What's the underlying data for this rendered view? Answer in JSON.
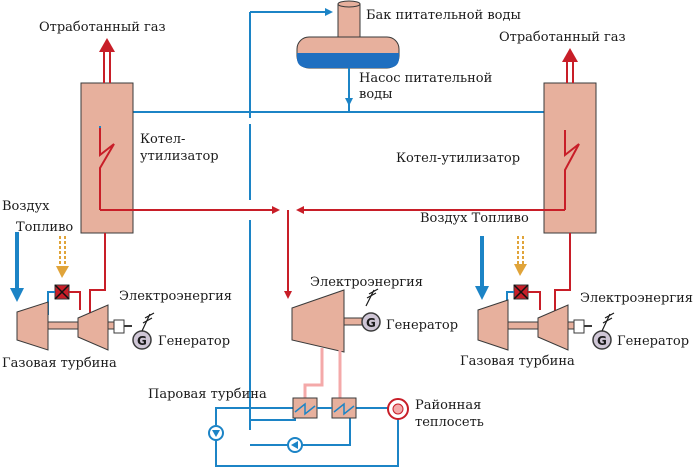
{
  "labels": {
    "exhaust_left": "Отработанный газ",
    "exhaust_right": "Отработанный газ",
    "feedwater_tank": "Бак питательной воды",
    "pump_line1": "Насос питательной",
    "pump_line2": "воды",
    "hrsg_left_line1": "Котел-",
    "hrsg_left_line2": "утилизатор",
    "hrsg_right": "Котел-утилизатор",
    "air_left": "Воздух",
    "fuel_left": "Топливо",
    "air_fuel_right": "Воздух Топливо",
    "power_left": "Электроэнергия",
    "power_center": "Электроэнергия",
    "power_right": "Электроэнергия",
    "generator_left": "Генератор",
    "generator_center": "Генератор",
    "generator_right": "Генератор",
    "gas_turbine_left": "Газовая турбина",
    "gas_turbine_right": "Газовая турбина",
    "steam_turbine": "Паровая турбина",
    "district_heat_line1": "Районная",
    "district_heat_line2": "теплосеть",
    "gen_symbol": "G"
  },
  "colors": {
    "steam": "#c81e28",
    "water": "#1c84c6",
    "equipment_fill": "#e7b09d",
    "equipment_stroke": "#3a3a3a",
    "fuel": "#e0a43a",
    "tank_water": "#1f6fc0",
    "pink_pipe": "#f4a9a9"
  }
}
